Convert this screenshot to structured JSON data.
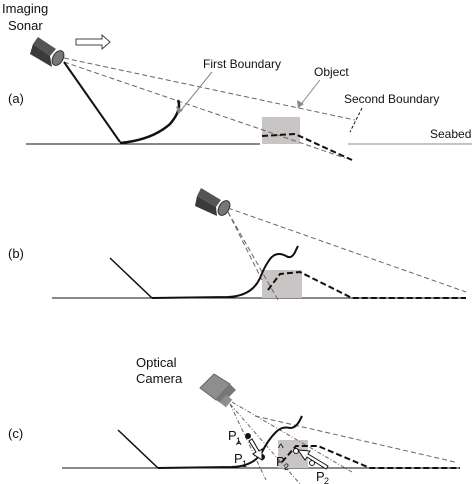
{
  "labels": {
    "imaging_sonar_line1": "Imaging",
    "imaging_sonar_line2": "Sonar",
    "first_boundary": "First Boundary",
    "object": "Object",
    "second_boundary": "Second Boundary",
    "seabed": "Seabed",
    "optical_camera_line1": "Optical",
    "optical_camera_line2": "Camera"
  },
  "panels": {
    "a": "(a)",
    "b": "(b)",
    "c": "(c)"
  },
  "points": {
    "p1_letter": "P",
    "p1_sub": "1",
    "p2_letter": "P",
    "p2_sub": "2",
    "p1hat_letter": "P",
    "p1hat_sub": "1",
    "p2hat_letter": "P",
    "p2hat_sub": "2"
  },
  "colors": {
    "object_fill": "#c9c5c5",
    "device_dark": "#555555",
    "camera_gray": "#8e8e8e"
  }
}
